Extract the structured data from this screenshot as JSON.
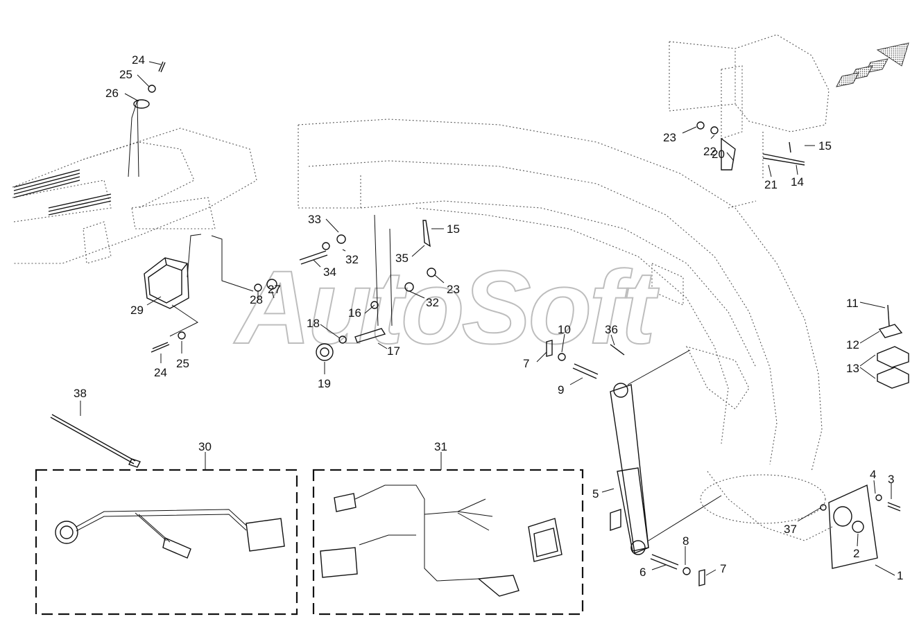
{
  "watermark": "AutoSoft",
  "part_numbers": [
    {
      "id": "24a",
      "text": "24"
    },
    {
      "id": "25a",
      "text": "25"
    },
    {
      "id": "26",
      "text": "26"
    },
    {
      "id": "29",
      "text": "29"
    },
    {
      "id": "28",
      "text": "28"
    },
    {
      "id": "27",
      "text": "27"
    },
    {
      "id": "25b",
      "text": "25"
    },
    {
      "id": "24b",
      "text": "24"
    },
    {
      "id": "33",
      "text": "33"
    },
    {
      "id": "15a",
      "text": "15"
    },
    {
      "id": "32a",
      "text": "32"
    },
    {
      "id": "34",
      "text": "34"
    },
    {
      "id": "35",
      "text": "35"
    },
    {
      "id": "23a",
      "text": "23"
    },
    {
      "id": "32b",
      "text": "32"
    },
    {
      "id": "16",
      "text": "16"
    },
    {
      "id": "18",
      "text": "18"
    },
    {
      "id": "17",
      "text": "17"
    },
    {
      "id": "19",
      "text": "19"
    },
    {
      "id": "23b",
      "text": "23"
    },
    {
      "id": "22",
      "text": "22"
    },
    {
      "id": "20",
      "text": "20"
    },
    {
      "id": "21",
      "text": "21"
    },
    {
      "id": "14",
      "text": "14"
    },
    {
      "id": "15b",
      "text": "15"
    },
    {
      "id": "10",
      "text": "10"
    },
    {
      "id": "36",
      "text": "36"
    },
    {
      "id": "7a",
      "text": "7"
    },
    {
      "id": "9",
      "text": "9"
    },
    {
      "id": "11",
      "text": "11"
    },
    {
      "id": "12",
      "text": "12"
    },
    {
      "id": "13",
      "text": "13"
    },
    {
      "id": "38",
      "text": "38"
    },
    {
      "id": "30",
      "text": "30"
    },
    {
      "id": "31",
      "text": "31"
    },
    {
      "id": "5",
      "text": "5"
    },
    {
      "id": "4",
      "text": "4"
    },
    {
      "id": "3",
      "text": "3"
    },
    {
      "id": "37",
      "text": "37"
    },
    {
      "id": "8",
      "text": "8"
    },
    {
      "id": "6",
      "text": "6"
    },
    {
      "id": "7b",
      "text": "7"
    },
    {
      "id": "2",
      "text": "2"
    },
    {
      "id": "1",
      "text": "1"
    }
  ]
}
